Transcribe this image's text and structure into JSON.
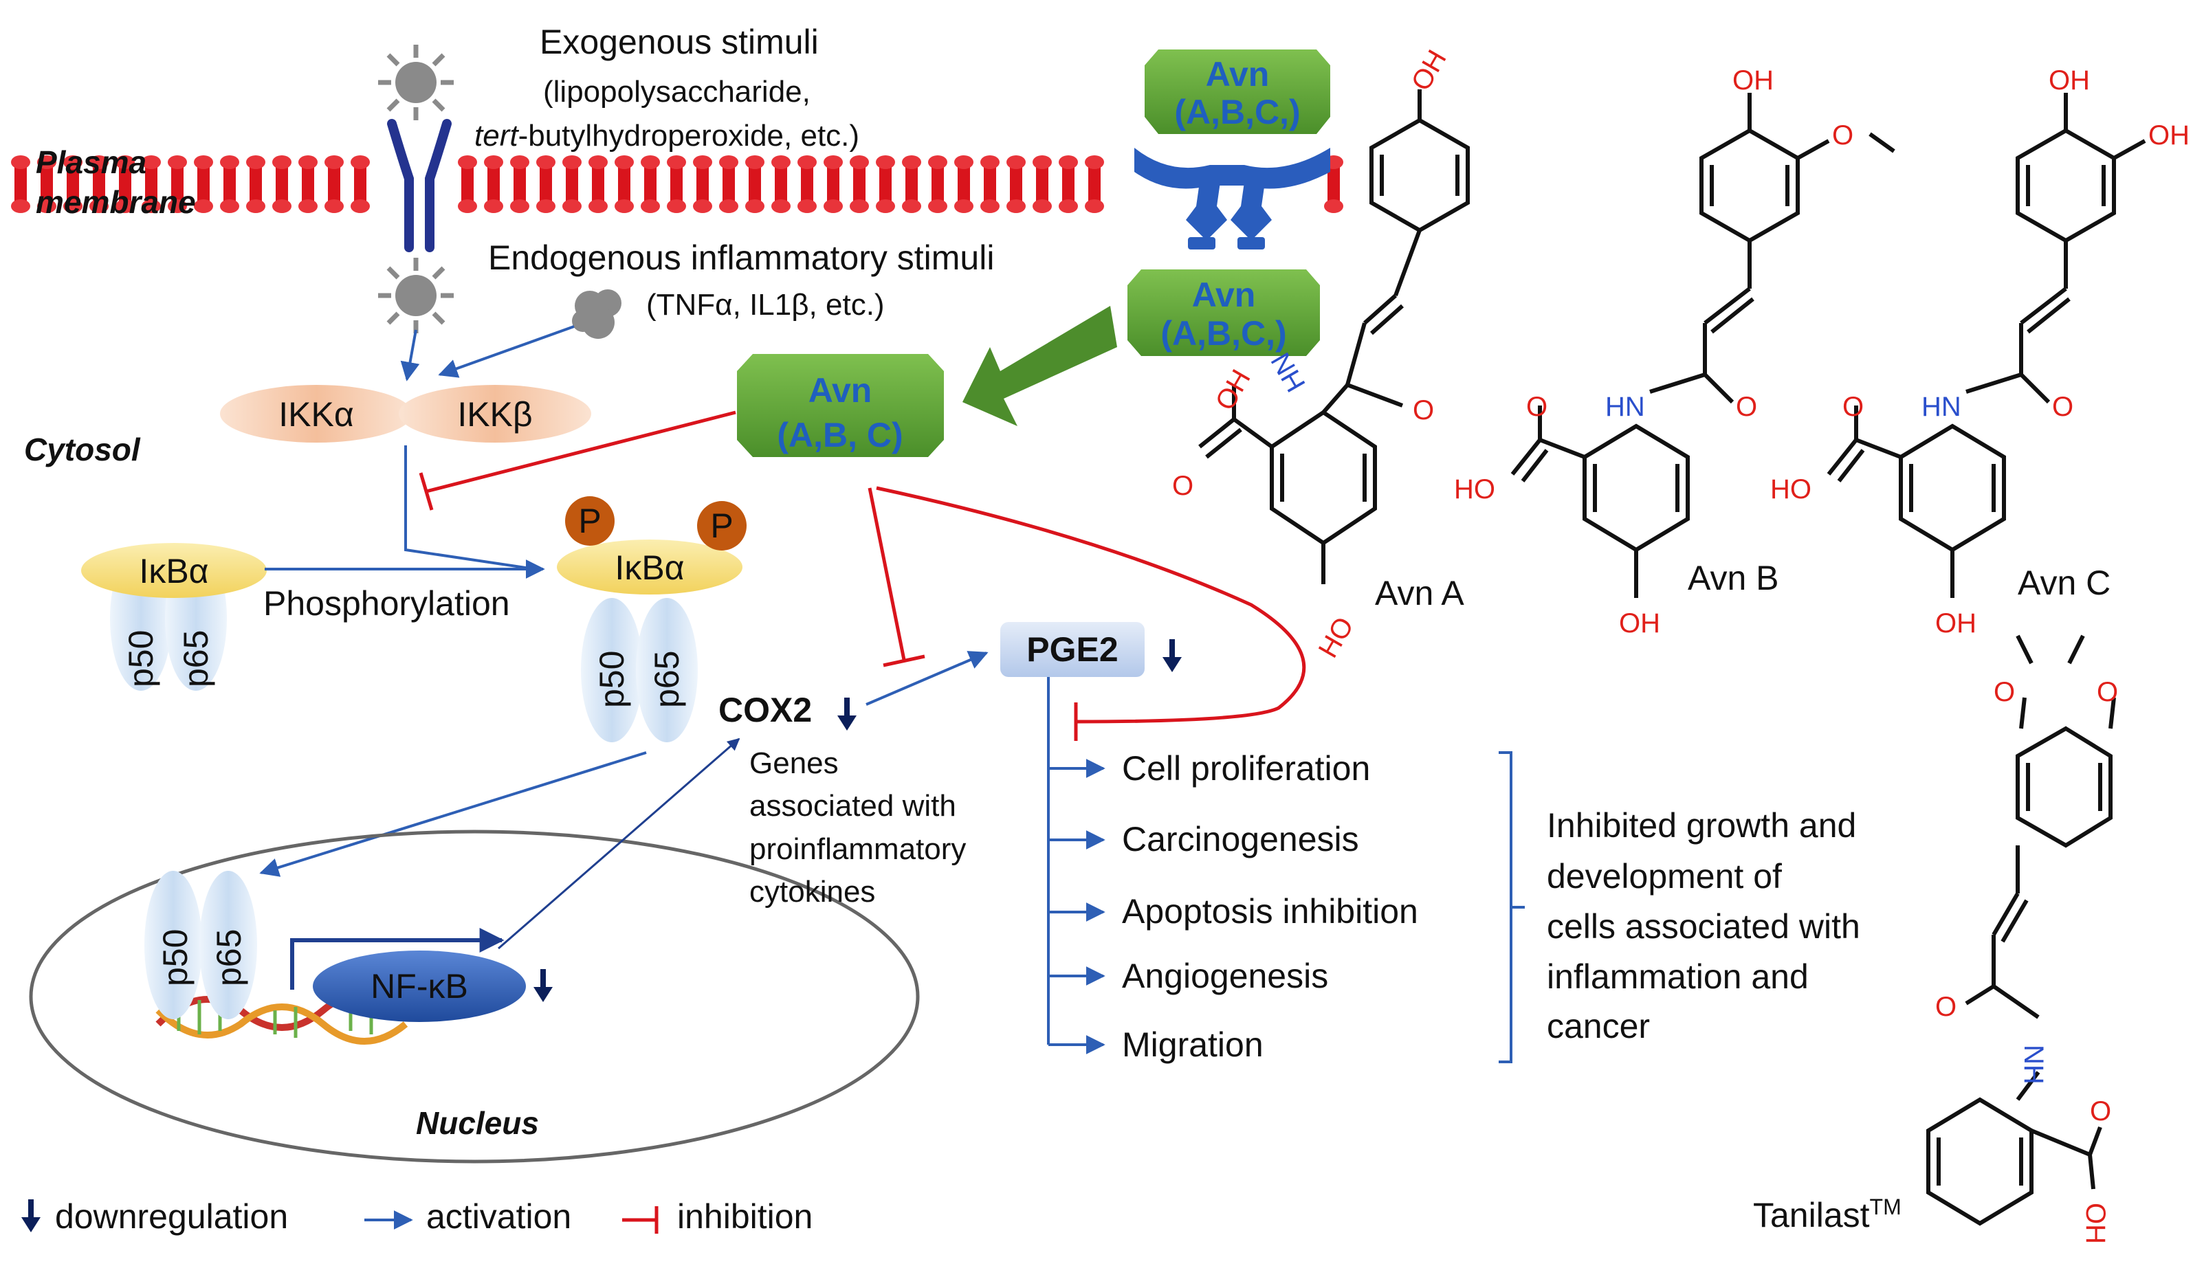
{
  "membrane": {
    "label_line1": "Plasma",
    "label_line2": "membrane",
    "color": "#d9141c"
  },
  "stimuli": {
    "exo_title": "Exogenous stimuli",
    "exo_detail1": "(lipopolysaccharide,",
    "exo_detail2_italic": "tert",
    "exo_detail2_rest": "-butylhydroperoxide,  etc.)",
    "endo_title": "Endogenous inflammatory stimuli",
    "endo_detail": "(TNFα,  IL1β, etc.)"
  },
  "cytosol_label": "Cytosol",
  "nucleus_label": "Nucleus",
  "ikk": {
    "alpha": "IKKα",
    "beta": "IKKβ"
  },
  "ikba": {
    "left": "IκBα",
    "right": "IκBα",
    "phospho_badge": "P"
  },
  "phosphorylation": "Phosphorylation",
  "subunits": {
    "p50": "p50",
    "p65": "p65"
  },
  "nfkb": "NF-κB",
  "cox2": "COX2",
  "cox2_note": [
    "Genes",
    "associated with",
    "proinflammatory",
    "cytokines"
  ],
  "pge2": "PGE2",
  "avn_badges": {
    "top_line1": "Avn",
    "top_line2": "(A,B,C,)",
    "mid_line1": "Avn",
    "mid_line2": "(A,B,C,)",
    "main_line1": "Avn",
    "main_line2": "(A,B, C)"
  },
  "outcomes": [
    "Cell proliferation",
    "Carcinogenesis",
    "Apoptosis inhibition",
    "Angiogenesis",
    "Migration"
  ],
  "summary": [
    "Inhibited growth and",
    "development of",
    "cells associated with",
    "inflammation and",
    "cancer"
  ],
  "molecules": {
    "avn_a": "Avn A",
    "avn_b": "Avn B",
    "avn_c": "Avn C",
    "tranilast_name": "Tanilast",
    "tranilast_tm": "TM",
    "atoms": {
      "oh": "OH",
      "ho": "HO",
      "o": "O",
      "hn": "HN",
      "nh": "NH"
    }
  },
  "legend": {
    "down": "downregulation",
    "act": "activation",
    "inh": "inhibition"
  },
  "colors": {
    "arrow_blue": "#2e5fb5",
    "inhibit_red": "#d9141c",
    "avn_green": "#5a9e33",
    "avn_text": "#1f5fbf",
    "ikk_fill": "#f6c7a6",
    "ikba_fill": "#f6dc7a",
    "subunit_fill": "#cfe0f4",
    "nfkb_fill": "#2f5fb3",
    "phospho_fill": "#c1580f",
    "pge2_fill": "#c9d8f0"
  }
}
